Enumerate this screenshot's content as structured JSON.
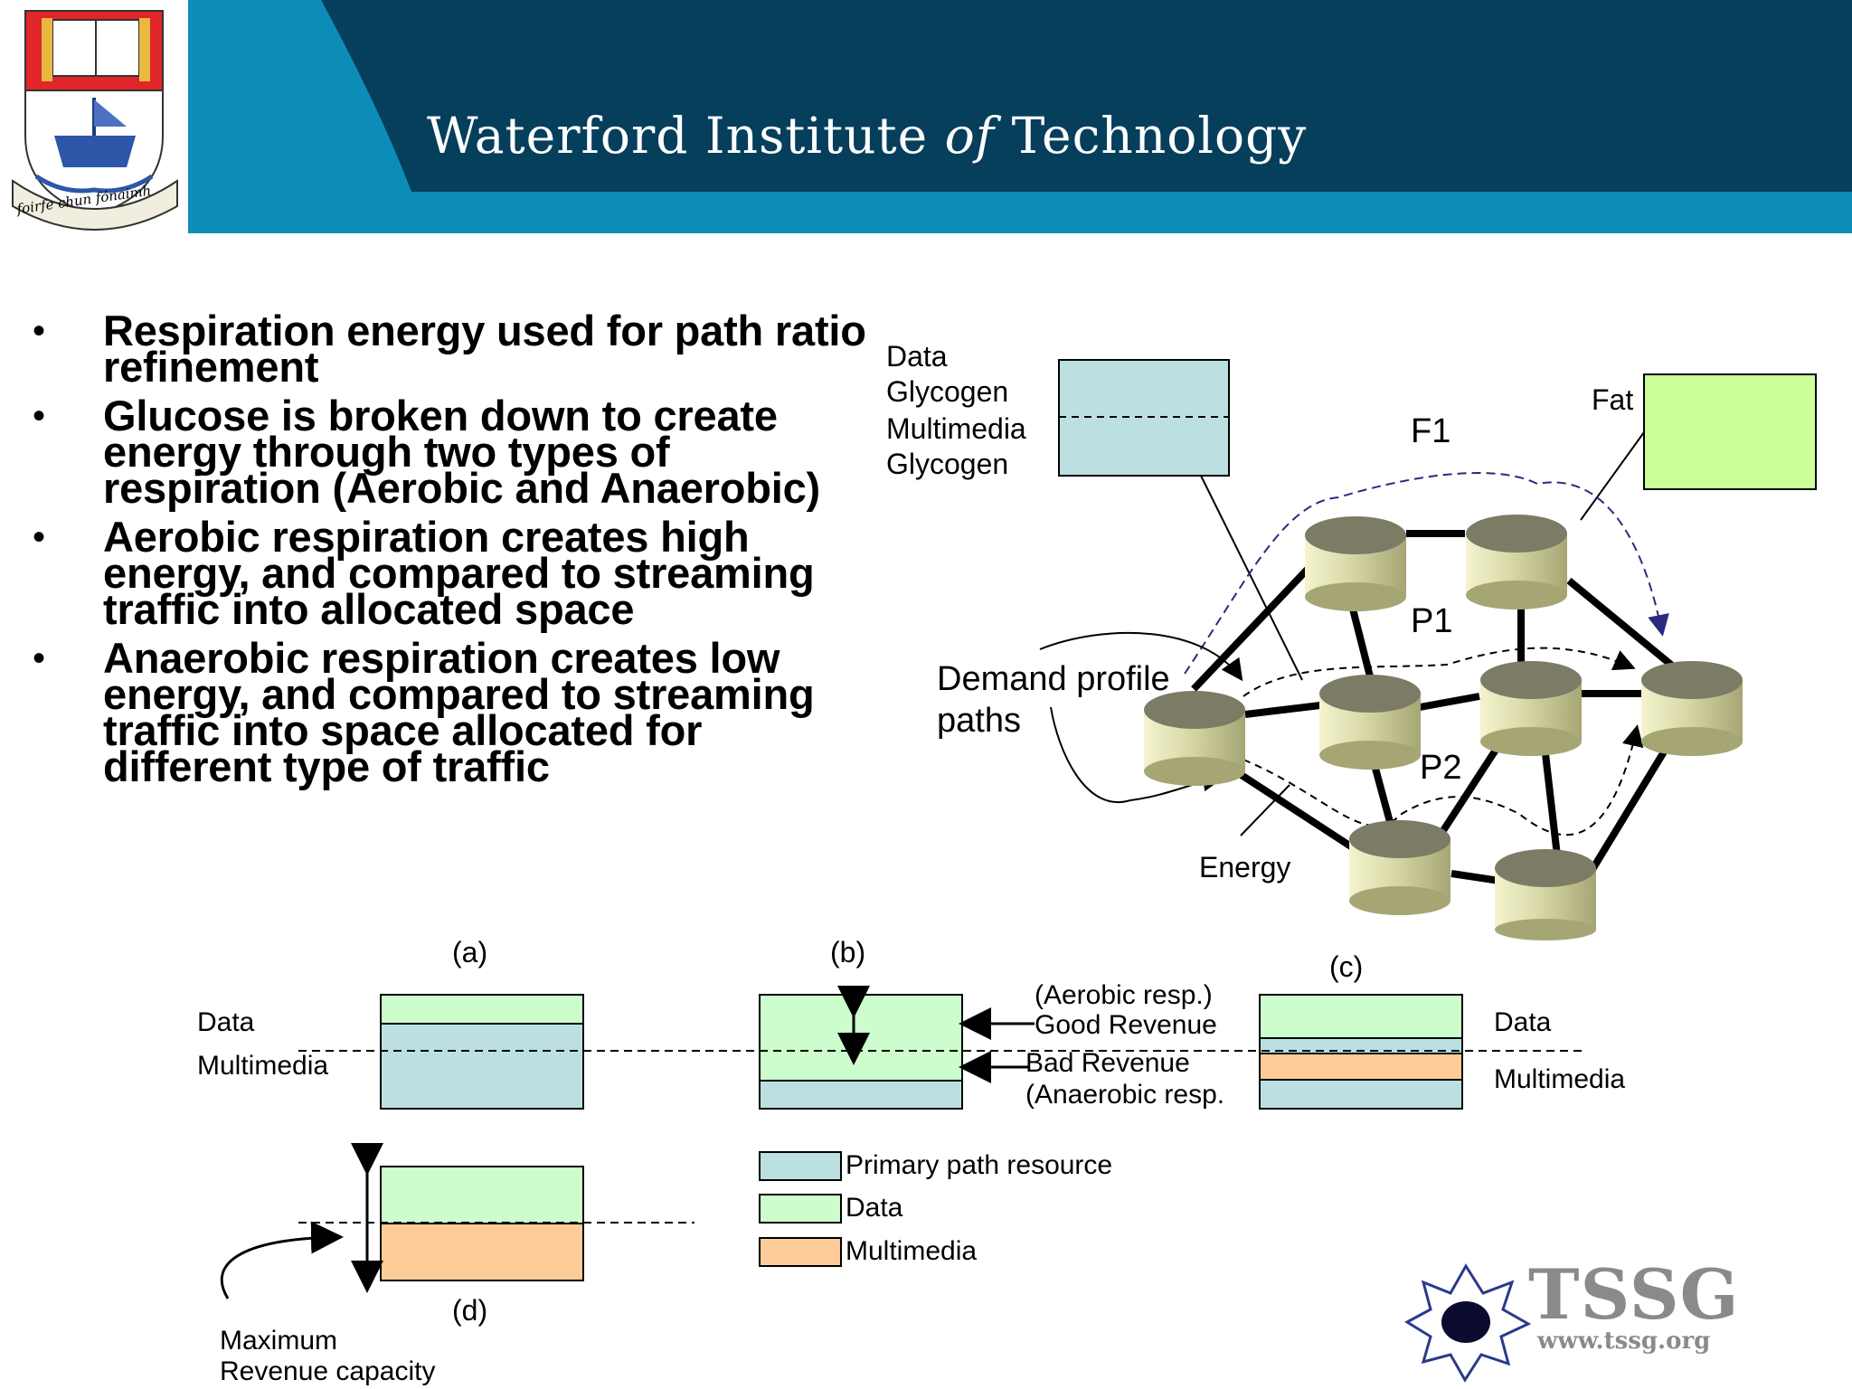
{
  "header": {
    "institution_pre": "Waterford Institute ",
    "institution_of": "of",
    "institution_post": " Technology",
    "motto": "foirfe chun fónaimh",
    "colors": {
      "dark": "#063f5c",
      "band": "#0c8db8"
    }
  },
  "bullets": [
    "Respiration energy used for path ratio refinement",
    "Glucose is broken down to create energy through two types of respiration (Aerobic and Anaerobic)",
    "Aerobic respiration creates high energy, and compared to streaming traffic into allocated space",
    "Anaerobic respiration creates low energy, and compared to streaming traffic into space allocated for different type of traffic"
  ],
  "bullet_char": "•",
  "network": {
    "store_labels": [
      "Data",
      "Glycogen",
      "Multimedia",
      "Glycogen"
    ],
    "fat": "Fat",
    "f1": "F1",
    "p1": "P1",
    "p2": "P2",
    "demand_1": "Demand profile",
    "demand_2": "paths",
    "energy": "Energy"
  },
  "figures": {
    "a": "(a)",
    "b": "(b)",
    "c": "(c)",
    "d": "(d)",
    "a_data": "Data",
    "a_multimedia": "Multimedia",
    "aerobic": "(Aerobic resp.)",
    "good_revenue": "Good Revenue",
    "bad_revenue": "Bad Revenue",
    "anaerobic": "(Anaerobic resp.",
    "c_data": "Data",
    "c_multimedia": "Multimedia",
    "max_1": "Maximum",
    "max_2": "Revenue capacity"
  },
  "legend": [
    {
      "label": "Primary path resource",
      "color": "#bce0e2"
    },
    {
      "label": "Data",
      "color": "#cdfccd"
    },
    {
      "label": "Multimedia",
      "color": "#fdcc99"
    }
  ],
  "tssg": {
    "name": "TSSG",
    "url": "www.tssg.org"
  }
}
